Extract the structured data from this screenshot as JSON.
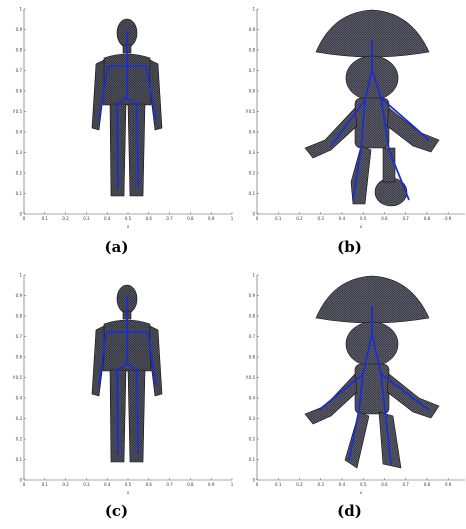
{
  "figure": {
    "panels": [
      {
        "id": "a",
        "caption": "(a)",
        "model": "humanoid",
        "x_ticks": [
          "0",
          "0.1",
          "0.2",
          "0.3",
          "0.4",
          "0.5",
          "0.6",
          "0.7",
          "0.8",
          "0.9",
          "1"
        ],
        "y_ticks": [
          "0",
          "0.1",
          "0.2",
          "0.3",
          "0.4",
          "0.5",
          "0.6",
          "0.7",
          "0.8",
          "0.9",
          "1"
        ],
        "xlabel": "x",
        "ylabel": "y",
        "skeleton_color": "#1a2fd0",
        "mesh_color": "#1c1c24"
      },
      {
        "id": "b",
        "caption": "(b)",
        "model": "mushroom-hat-creature",
        "x_ticks": [
          "0",
          "0.1",
          "0.2",
          "0.3",
          "0.4",
          "0.5",
          "0.6",
          "0.7",
          "0.8",
          "0.9"
        ],
        "y_ticks": [
          "0",
          "0.1",
          "0.2",
          "0.3",
          "0.4",
          "0.5",
          "0.6",
          "0.7",
          "0.8",
          "0.9",
          "1"
        ],
        "xlabel": "x",
        "ylabel": "y",
        "skeleton_color": "#1a2fd0",
        "mesh_color": "#1c1c24"
      },
      {
        "id": "c",
        "caption": "(c)",
        "model": "humanoid",
        "x_ticks": [
          "0",
          "0.1",
          "0.2",
          "0.3",
          "0.4",
          "0.5",
          "0.6",
          "0.7",
          "0.8",
          "0.9",
          "1"
        ],
        "y_ticks": [
          "0",
          "0.1",
          "0.2",
          "0.3",
          "0.4",
          "0.5",
          "0.6",
          "0.7",
          "0.8",
          "0.9",
          "1"
        ],
        "xlabel": "x",
        "ylabel": "y",
        "skeleton_color": "#1a2fd0",
        "mesh_color": "#1c1c24"
      },
      {
        "id": "d",
        "caption": "(d)",
        "model": "mushroom-hat-creature",
        "x_ticks": [
          "0",
          "0.1",
          "0.2",
          "0.3",
          "0.4",
          "0.5",
          "0.6",
          "0.7",
          "0.8",
          "0.9"
        ],
        "y_ticks": [
          "0",
          "0.1",
          "0.2",
          "0.3",
          "0.4",
          "0.5",
          "0.6",
          "0.7",
          "0.8",
          "0.9",
          "1"
        ],
        "xlabel": "x",
        "ylabel": "y",
        "skeleton_color": "#1a2fd0",
        "mesh_color": "#1c1c24"
      }
    ]
  }
}
